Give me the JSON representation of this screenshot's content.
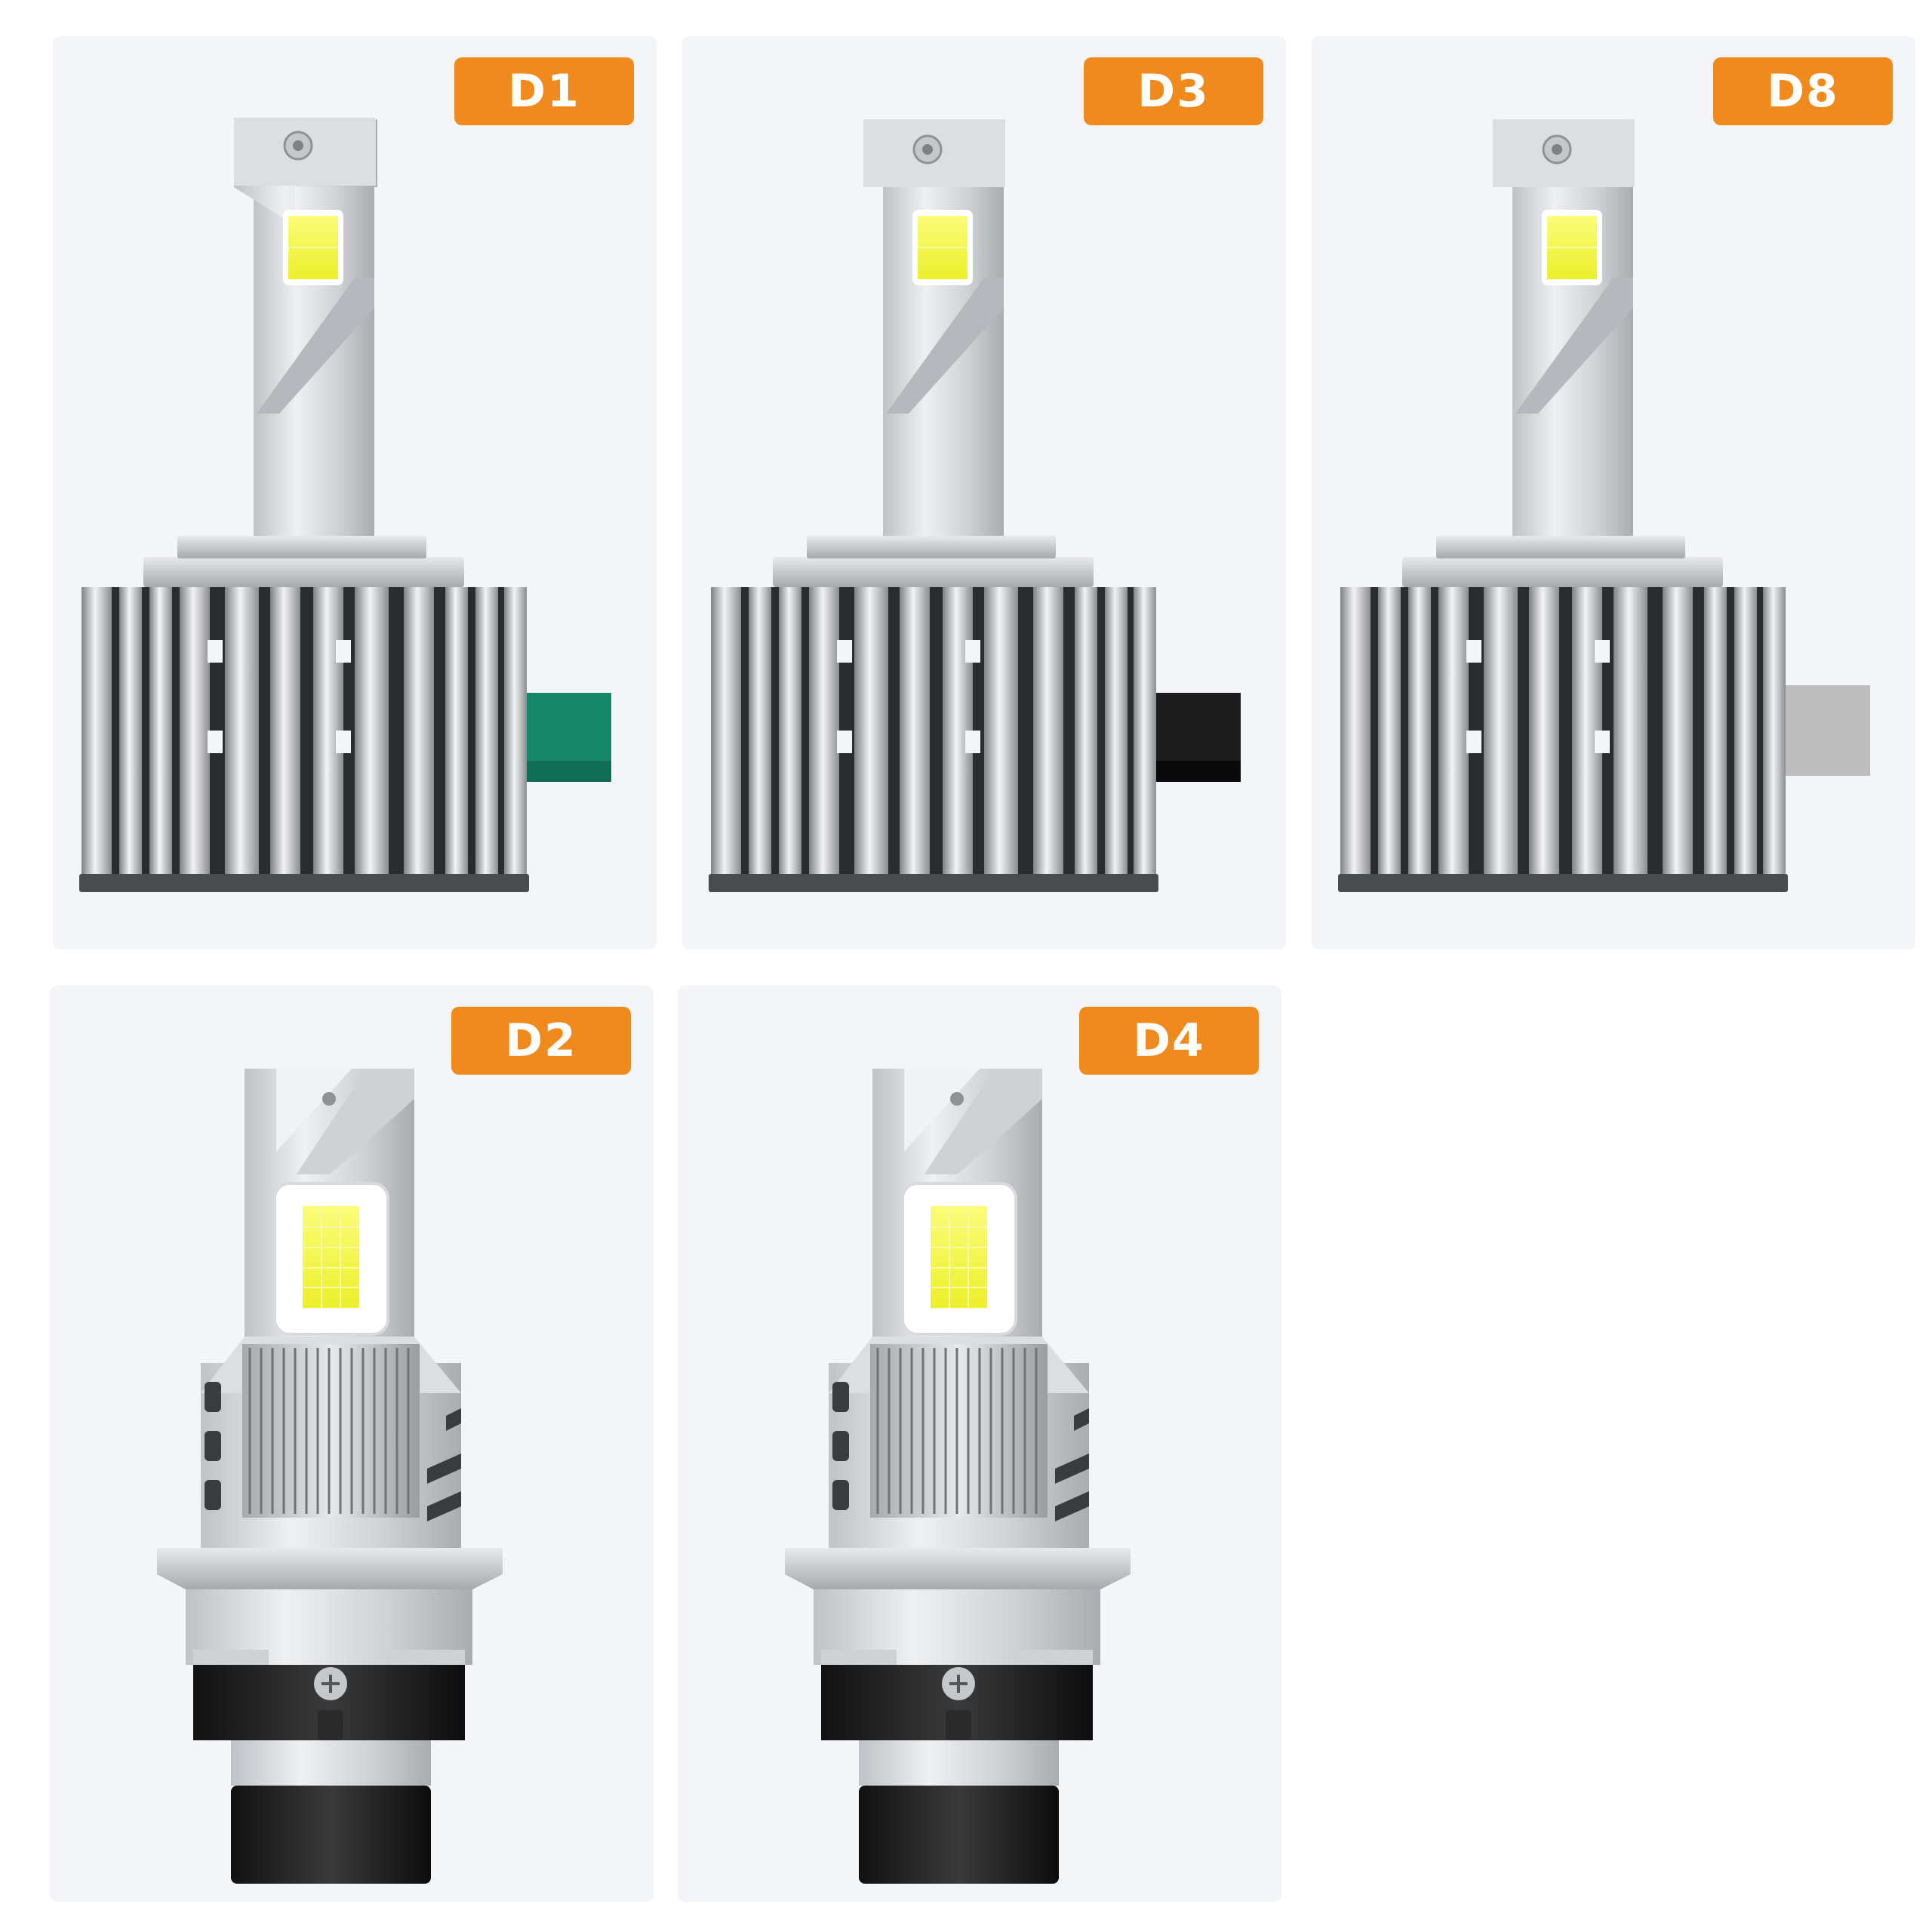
{
  "cards": [
    {
      "label": "D1",
      "connector_color": "#17876a",
      "connector_shade": "#0f6e55"
    },
    {
      "label": "D3",
      "connector_color": "#1d1d1d",
      "connector_shade": "#0a0a0a"
    },
    {
      "label": "D8",
      "connector_color": "#bdbdbd",
      "connector_shade": "#9a9a9a"
    },
    {
      "label": "D2"
    },
    {
      "label": "D4"
    }
  ],
  "colors": {
    "badge": "#f08a1c",
    "card_bg": "#f4f5f8",
    "led": "#f3f53a"
  },
  "icons": {
    "h_bulb": "led-headlight-bulb-h-style-icon",
    "d_bulb": "led-headlight-bulb-d-style-icon"
  }
}
